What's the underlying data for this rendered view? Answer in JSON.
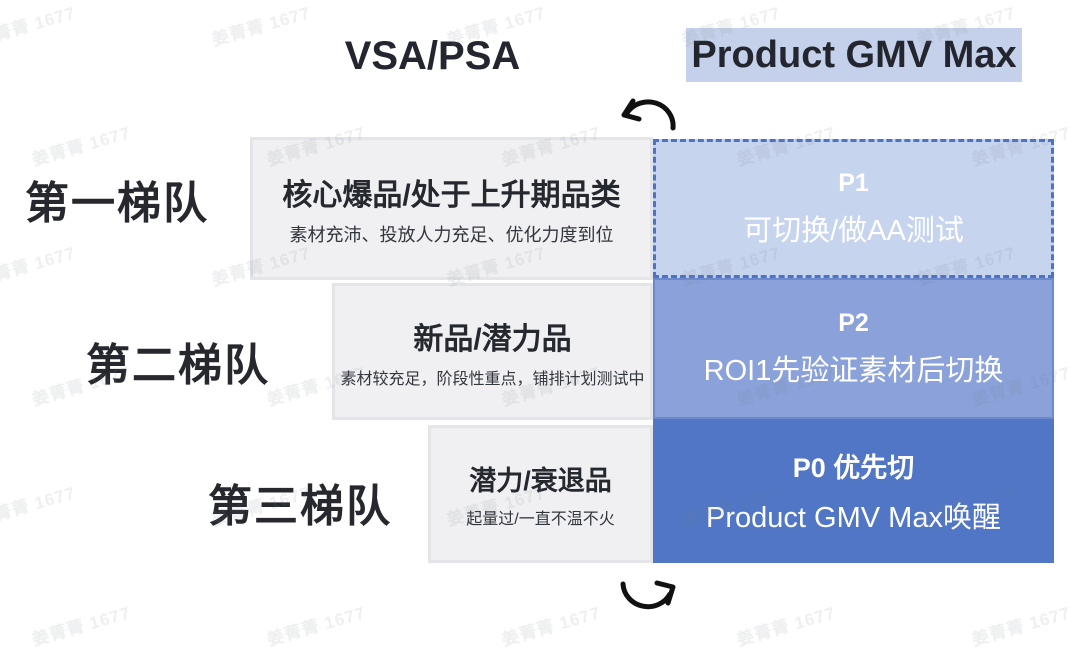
{
  "headers": {
    "left": "VSA/PSA",
    "right": "Product GMV Max"
  },
  "icons": {
    "top_arrow": "curved-arrow-counterclockwise",
    "bottom_arrow": "curved-arrow-clockwise"
  },
  "watermark": {
    "text": "姜菁菁 1677"
  },
  "tiers": [
    {
      "label": "第一梯队",
      "category": {
        "title": "核心爆品/处于上升期品类",
        "subtitle": "素材充沛、投放人力充足、优化力度到位"
      },
      "priority": {
        "title": "P1",
        "subtitle": "可切换/做AA测试"
      }
    },
    {
      "label": "第二梯队",
      "category": {
        "title": "新品/潜力品",
        "subtitle": "素材较充足，阶段性重点，铺排计划测试中"
      },
      "priority": {
        "title": "P2",
        "subtitle": "ROI1先验证素材后切换"
      }
    },
    {
      "label": "第三梯队",
      "category": {
        "title": "潜力/衰退品",
        "subtitle": "起量过/一直不温不火"
      },
      "priority": {
        "title": "P0 优先切",
        "subtitle": "Product GMV Max唤醒"
      }
    }
  ],
  "colors": {
    "header_highlight": "#c5d1ea",
    "p1_fill": "#c7d4ee",
    "p1_dash_border": "#4d73c6",
    "p2_fill": "#8aa1da",
    "p0_fill": "#5076c5",
    "category_box_fill": "#f0f0f2",
    "category_box_border": "#e3e5e9",
    "text_dark": "#25282e",
    "text_on_blue": "#ffffff",
    "arrow": "#111111"
  }
}
